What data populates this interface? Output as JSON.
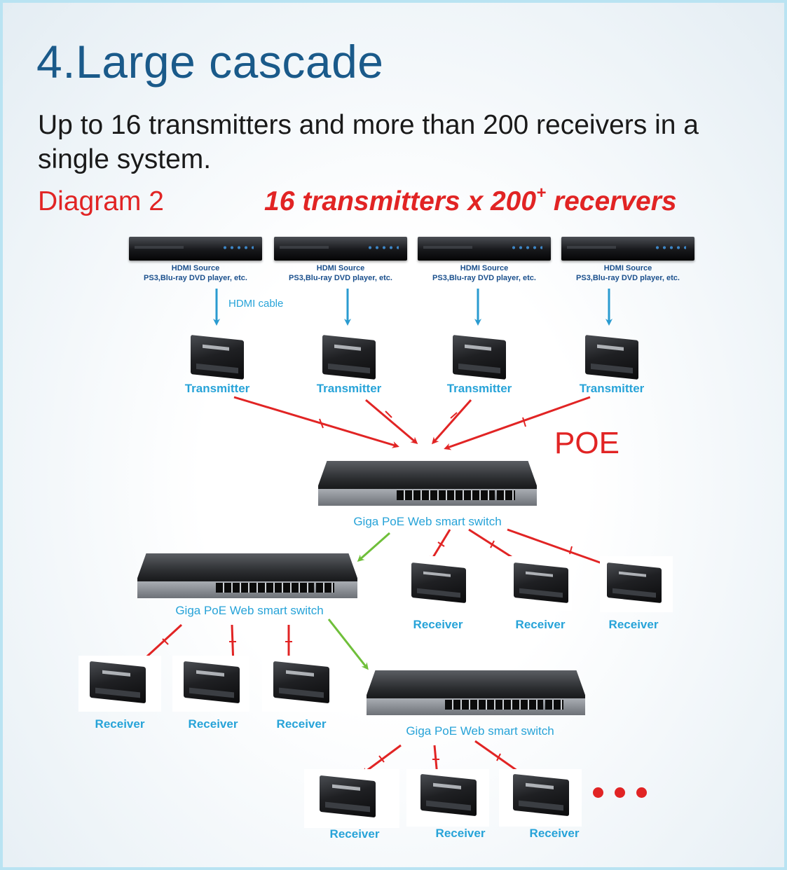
{
  "title": "4.Large cascade",
  "subtitle": "Up to 16 transmitters and more than 200 receivers in a single system.",
  "diagram_label": "Diagram 2",
  "headline": {
    "prefix": "16 transmitters x 200",
    "sup": "+",
    "suffix": " recervers"
  },
  "sources": [
    {
      "line1": "HDMI Source",
      "line2": "PS3,Blu-ray DVD player, etc."
    },
    {
      "line1": "HDMI Source",
      "line2": "PS3,Blu-ray DVD player, etc."
    },
    {
      "line1": "HDMI Source",
      "line2": "PS3,Blu-ray DVD player, etc."
    },
    {
      "line1": "HDMI Source",
      "line2": "PS3,Blu-ray DVD player, etc."
    }
  ],
  "hdmi_cable_label": "HDMI cable",
  "transmitters": [
    "Transmitter",
    "Transmitter",
    "Transmitter",
    "Transmitter"
  ],
  "poe_label": "POE",
  "switches": [
    "Giga PoE Web smart switch",
    "Giga PoE Web smart switch",
    "Giga PoE Web smart switch"
  ],
  "receivers": [
    "Receiver",
    "Receiver",
    "Receiver",
    "Receiver",
    "Receiver",
    "Receiver",
    "Receiver",
    "Receiver",
    "Receiver"
  ],
  "colors": {
    "title_blue": "#1a5a8a",
    "label_cyan": "#27a3d8",
    "accent_red": "#e12424",
    "cascade_green": "#6fbf3a",
    "hdmi_arrow": "#2a9bd0"
  },
  "icons": {
    "source": "dvd-player-icon",
    "transmitter": "transmitter-icon",
    "receiver": "receiver-icon",
    "switch": "network-switch-icon"
  }
}
